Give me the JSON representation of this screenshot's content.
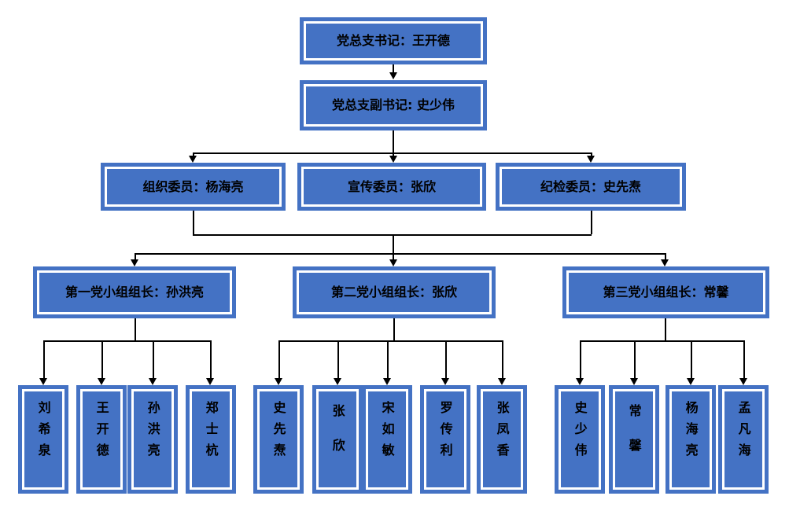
{
  "org": {
    "colors": {
      "box_fill": "#4472C4",
      "box_inner_border": "#FFFFFF",
      "connector": "#000000",
      "text": "#000000"
    },
    "secretary": {
      "label": "党总支书记：王开德"
    },
    "deputy": {
      "label": "党总支副书记: 史少伟"
    },
    "committees": [
      {
        "label": "组织委员：杨海亮"
      },
      {
        "label": "宣传委员：张欣"
      },
      {
        "label": "纪检委员：史先焘"
      }
    ],
    "leaders": [
      {
        "label": "第一党小组组长：孙洪亮"
      },
      {
        "label": "第二党小组组长：张欣"
      },
      {
        "label": "第三党小组组长：常馨"
      }
    ],
    "members": [
      [
        "刘希泉",
        "王开德",
        "孙洪亮",
        "郑士杭"
      ],
      [
        "史先焘",
        "张欣",
        "宋如敏",
        "罗传利",
        "张凤香"
      ],
      [
        "史少伟",
        "常馨",
        "杨海亮",
        "孟凡海"
      ]
    ]
  }
}
